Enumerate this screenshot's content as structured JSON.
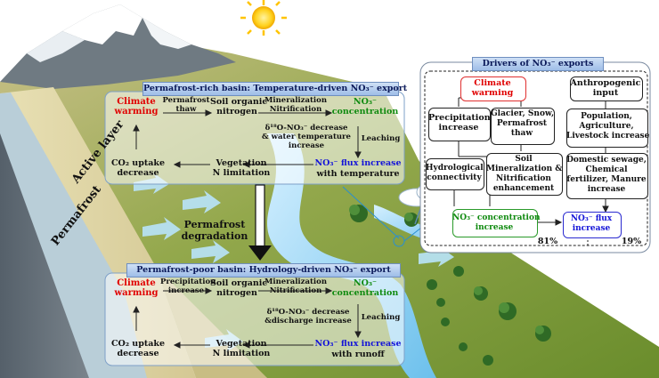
{
  "top_panel": {
    "header": "Permafrost-rich basin: Temperature-driven NO₃⁻ export",
    "climate_warming": "Climate\nwarming",
    "permafrost_thaw": "Permafrost\nthaw",
    "soil_organic_nitrogen": "Soil organic\nnitrogen",
    "mineralization": "Mineralization\nNitrification",
    "no3_concentration": "NO₃⁻\nconcentration",
    "isotope_note": "δ¹⁸O-NO₃⁻ decrease\n& water temperature\nincrease",
    "leaching": "Leaching",
    "co2_uptake": "CO₂ uptake\ndecrease",
    "vegetation": "Vegetation\nN limitation",
    "flux_increase": "NO₃⁻ flux increase",
    "flux_suffix": "with temperature"
  },
  "bottom_panel": {
    "header": "Permafrost-poor basin: Hydrology-driven NO₃⁻ export",
    "climate_warming": "Climate\nwarming",
    "precipitation_increase": "Precipitation\nincrease",
    "soil_organic_nitrogen": "Soil organic\nnitrogen",
    "mineralization": "Mineralization\nNitrification",
    "no3_concentration": "NO₃⁻\nconcentration",
    "isotope_note": "δ¹⁸O-NO₃⁻ decrease\n&discharge increase",
    "leaching": "Leaching",
    "co2_uptake": "CO₂ uptake\ndecrease",
    "vegetation": "Vegetation\nN limitation",
    "flux_increase": "NO₃⁻ flux increase",
    "flux_suffix": "with runoff"
  },
  "middle": {
    "degradation": "Permafrost\ndegradation"
  },
  "slope_labels": {
    "active_layer": "Active layer",
    "permafrost": "Permafrost"
  },
  "drivers_panel": {
    "header": "Drivers of NO₃⁻ exports",
    "climate_warming": "Climate\nwarming",
    "anthropogenic": "Anthropogenic\ninput",
    "precipitation": "Precipitation\nincrease",
    "glacier": "Glacier, Snow,\nPermafrost\nthaw",
    "population": "Population,\nAgriculture,\nLivestock increase",
    "hydrological": "Hydrological\nconnectivity",
    "soil_mineralization": "Soil\nMineralization &\nNitrification\nenhancement",
    "domestic": "Domestic sewage,\nChemical\nfertilizer, Manure\nincrease",
    "concentration_increase": "NO₃⁻ concentration\nincrease",
    "flux_increase": "NO₃⁻ flux\nincrease",
    "pct_left": "81%",
    "pct_right": "19%"
  },
  "colors": {
    "red": "#e00000",
    "green": "#0f8a0f",
    "blue": "#1414d8",
    "river": "#8fd0f2",
    "land": "#7a9a3a"
  }
}
